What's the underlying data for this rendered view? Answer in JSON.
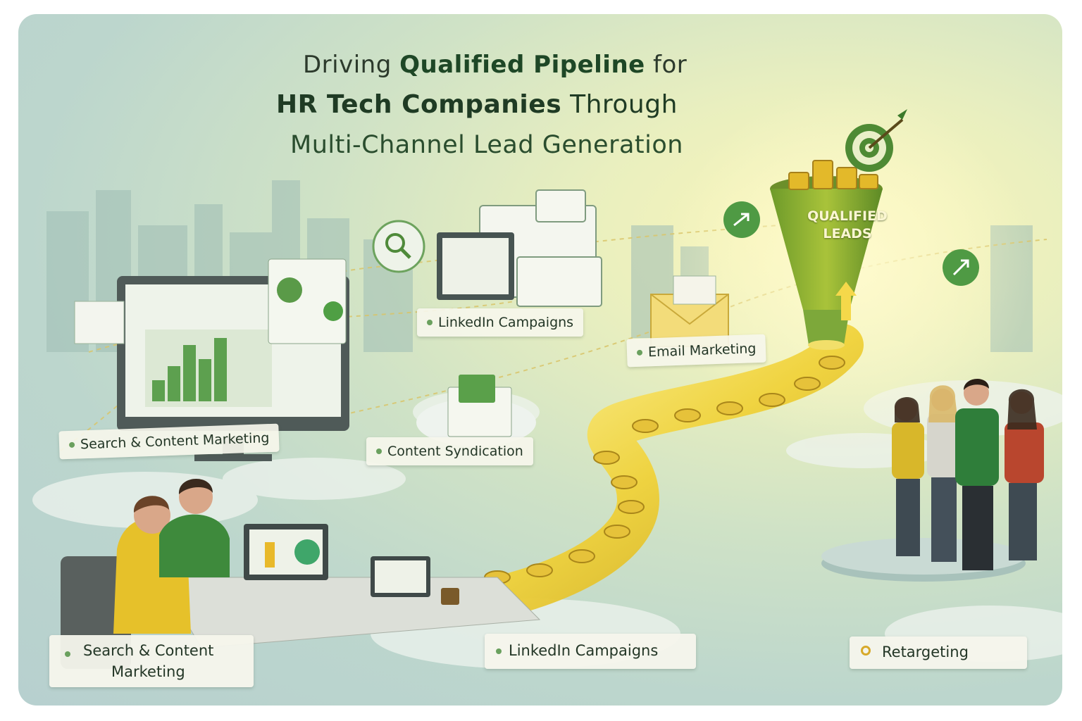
{
  "title": {
    "line1_pre": "Driving",
    "line1_bold": "Qualified Pipeline",
    "line1_post": "for",
    "line2_bold": "HR Tech Companies",
    "line2_post": "Through",
    "line3": "Multi-Channel Lead Generation"
  },
  "channels": {
    "linkedin_top": "LinkedIn Campaigns",
    "email": "Email Marketing",
    "search_mid": "Search & Content Marketing",
    "syndication": "Content Syndication"
  },
  "funnel": {
    "line1": "QUALIFIED",
    "line2": "LEADS"
  },
  "bottom": {
    "search_line1": "Search & Content",
    "search_line2": "Marketing",
    "linkedin": "LinkedIn Campaigns",
    "retargeting": "Retargeting"
  },
  "colors": {
    "accent_green": "#3f8f3c",
    "gold": "#e9c92a",
    "background": "#c8dfcf"
  },
  "icons": [
    "search-icon",
    "envelope-icon",
    "target-icon",
    "arrow-icon",
    "checkmark-icon"
  ]
}
